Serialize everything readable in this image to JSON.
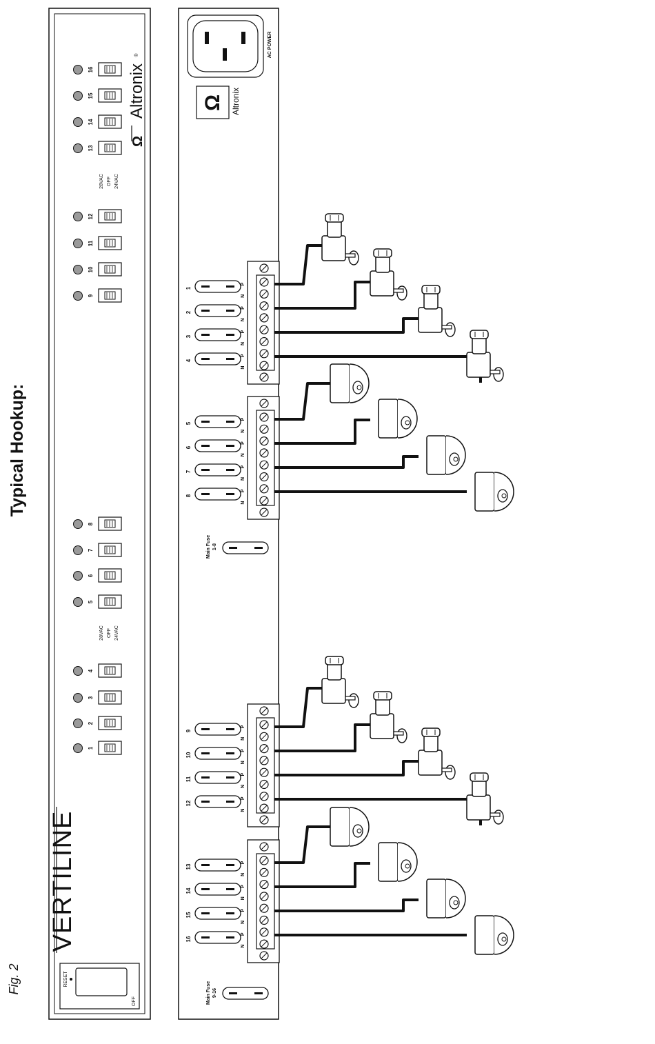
{
  "heading": "Typical Hookup:",
  "fig_label": "Fig. 2",
  "front_panel": {
    "brand_logo": "VERTILINE",
    "maker": "Altronix",
    "registered": "®",
    "reset_label": "RESET",
    "off_label": "OFF",
    "voltage_labels": [
      "28VAC",
      "OFF",
      "24VAC"
    ],
    "channels": [
      "1",
      "2",
      "3",
      "4",
      "5",
      "6",
      "7",
      "8",
      "9",
      "10",
      "11",
      "12",
      "13",
      "14",
      "15",
      "16"
    ]
  },
  "rear_panel": {
    "ac_power_label": "AC POWER",
    "maker": "Altronix",
    "fuse_labels": [
      "1",
      "2",
      "3",
      "4",
      "5",
      "6",
      "7",
      "8",
      "9",
      "10",
      "11",
      "12",
      "13",
      "14",
      "15",
      "16"
    ],
    "main_fuse_1": [
      "Main Fuse",
      "1-8"
    ],
    "main_fuse_2": [
      "Main Fuse",
      "9-16"
    ],
    "terminal_letters": [
      "P",
      "N",
      "P",
      "N",
      "P",
      "N",
      "P",
      "N"
    ]
  },
  "cameras": {
    "group_types": [
      "box-camera",
      "dome-camera",
      "box-camera",
      "dome-camera"
    ]
  }
}
